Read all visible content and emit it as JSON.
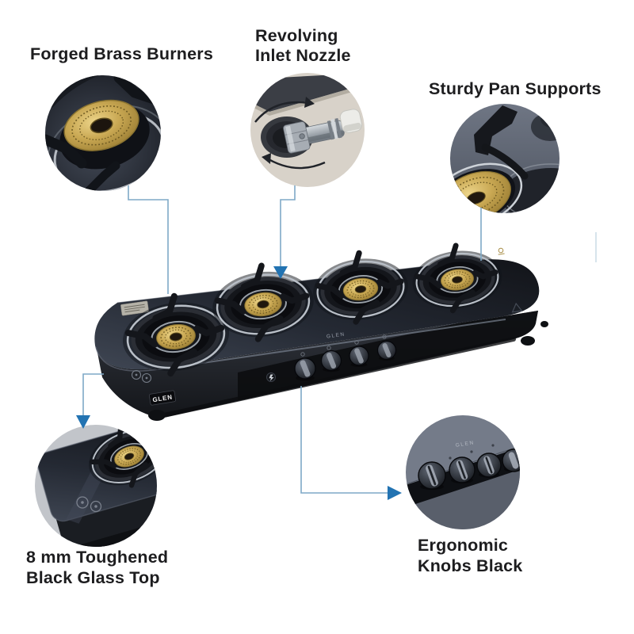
{
  "callouts": {
    "brass_burners": {
      "label": "Forged Brass Burners"
    },
    "inlet_nozzle": {
      "line1": "Revolving",
      "line2": "Inlet Nozzle"
    },
    "pan_supports": {
      "label": "Sturdy Pan Supports"
    },
    "glass_top": {
      "line1": "8 mm Toughened",
      "line2": "Black Glass Top"
    },
    "knobs": {
      "line1": "Ergonomic",
      "line2": "Knobs Black"
    }
  },
  "brand": {
    "badge": "GLEN",
    "glass_print": "GLEN",
    "knob_panel_print": "GLEN"
  },
  "colors": {
    "background": "#ffffff",
    "text": "#1d1d1f",
    "connector_line": "#7fa9c7",
    "arrowhead": "#2273b2",
    "brass": "#c2a04e",
    "glass_black": "#1a1d24",
    "nozzle_backdrop": "#d8d2c9"
  }
}
